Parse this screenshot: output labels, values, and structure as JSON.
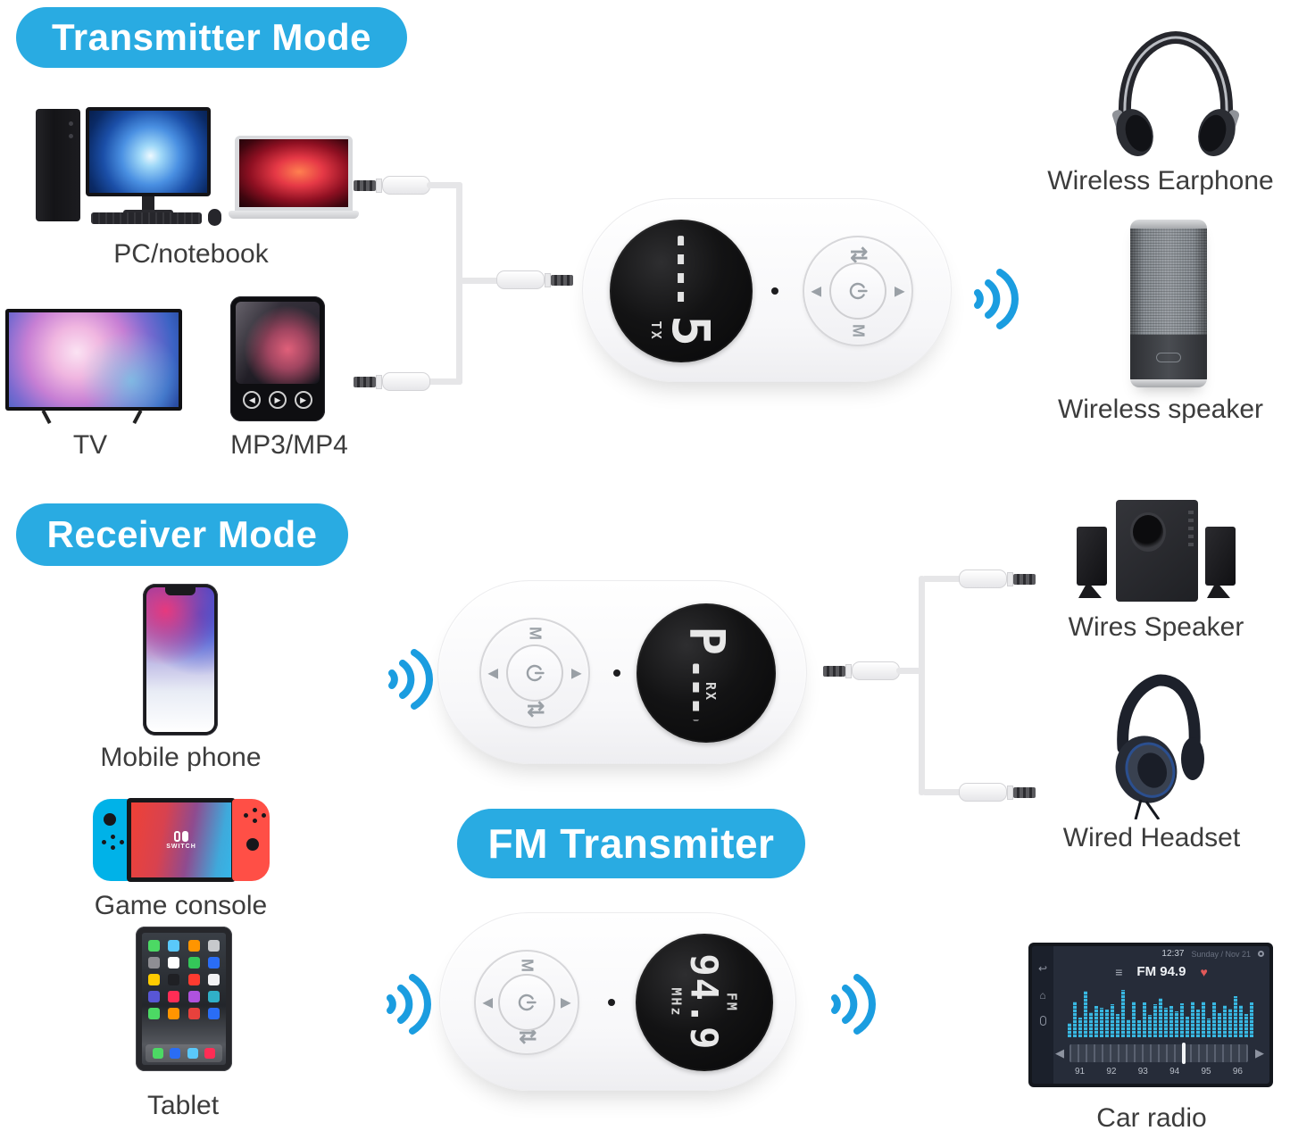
{
  "colors": {
    "accent_blue": "#29abe2",
    "signal_blue": "#1b9de0",
    "label_gray": "#3c3c3c",
    "display_bg": "#0c0c0c",
    "digit_color": "#e8e8e8",
    "heart_red": "#e25959",
    "equalizer_cyan": "#38b8e2"
  },
  "headers": {
    "transmitter": "Transmitter Mode",
    "receiver": "Receiver Mode",
    "fm": "FM Transmiter"
  },
  "transmitter": {
    "sources": {
      "pc": "PC/notebook",
      "tv": "TV",
      "mp3": "MP3/MP4"
    },
    "targets": {
      "earphone": "Wireless Earphone",
      "speaker": "Wireless speaker"
    }
  },
  "receiver": {
    "sources": {
      "mobile": "Mobile phone",
      "console": "Game console",
      "tablet": "Tablet"
    },
    "targets": {
      "speaker": "Wires Speaker",
      "headset": "Wired Headset"
    }
  },
  "fm": {
    "target": {
      "car_radio": "Car radio"
    }
  },
  "device_tx": {
    "mode_tag": "TX",
    "display_value": "5",
    "btn_mode": "M"
  },
  "device_rx": {
    "mode_tag": "RX",
    "display_value": "P",
    "btn_mode": "M"
  },
  "device_fm": {
    "band_tag": "FM",
    "display_value": "94.9",
    "unit_tag": "MHz",
    "btn_mode": "M"
  },
  "icons": {
    "prev": "◀",
    "next": "▶",
    "play_pause": "⇅",
    "menu": "≡",
    "heart": "♥",
    "back": "↩",
    "home": "⌂",
    "play": "▶"
  },
  "console_logo": "SWITCH",
  "car_radio": {
    "time": "12:37",
    "status": "Sunday / Nov 21",
    "station": "FM 94.9",
    "scale": [
      "91",
      "92",
      "93",
      "94",
      "95",
      "96"
    ]
  }
}
